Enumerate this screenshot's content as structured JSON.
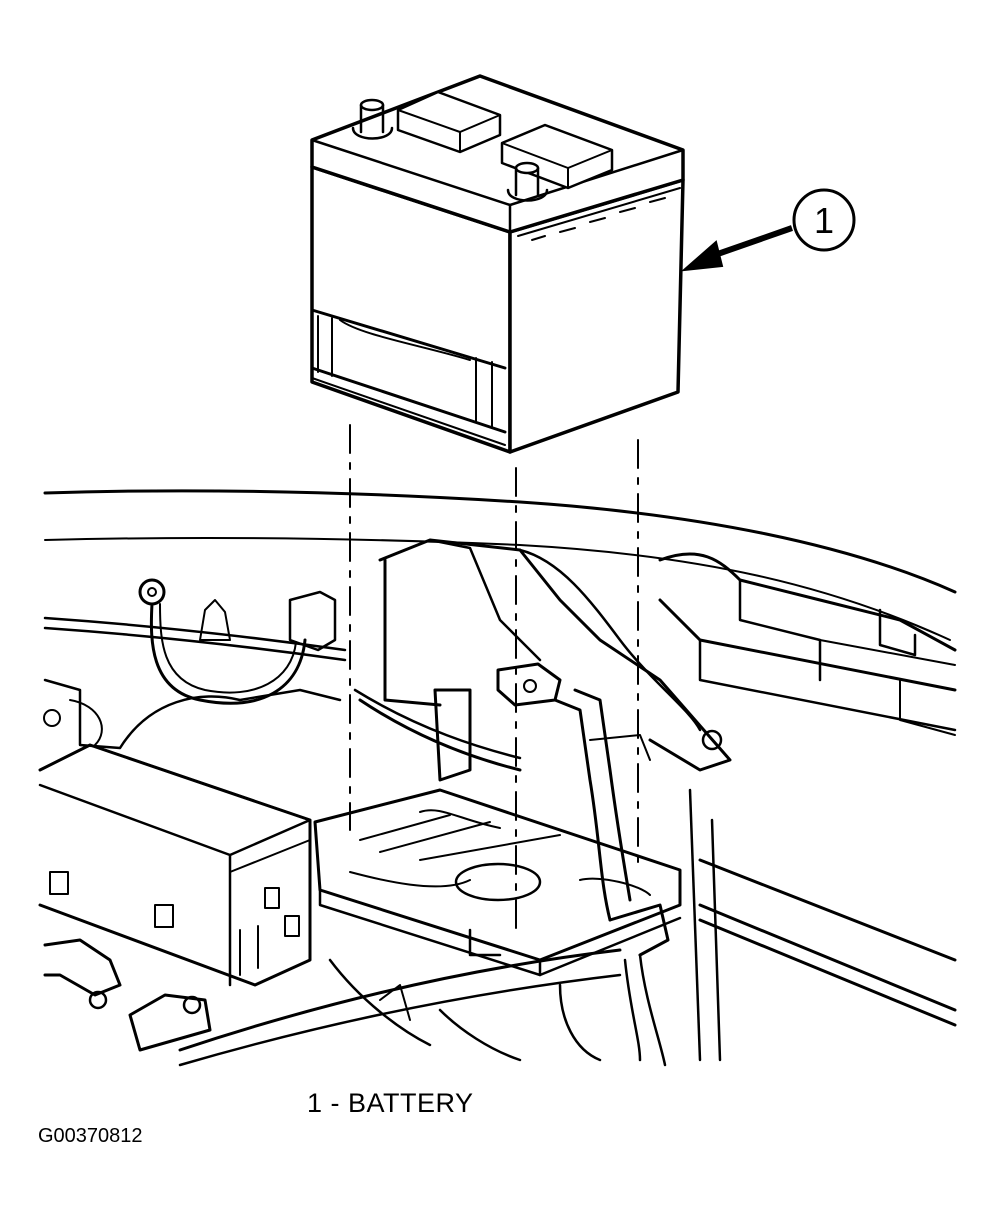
{
  "callout": {
    "number": "1"
  },
  "caption": {
    "text": "1 - BATTERY"
  },
  "figure": {
    "id": "G00370812"
  },
  "colors": {
    "ink": "#000000",
    "paper": "#ffffff"
  }
}
